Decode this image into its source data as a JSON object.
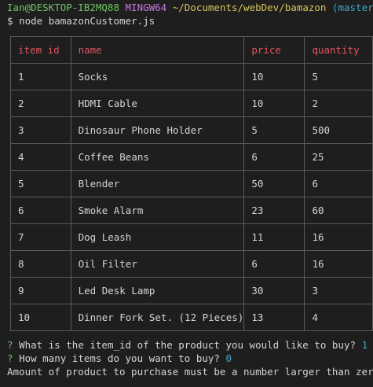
{
  "terminal": {
    "header": {
      "user_host": "Ian@DESKTOP-IB2MQ88",
      "shell": "MINGW64",
      "path": "~/Documents/webDev/bamazon",
      "branch": "(master)"
    },
    "command": {
      "prompt_symbol": "$",
      "text": "node bamazonCustomer.js"
    },
    "table": {
      "columns": [
        "item id",
        "name",
        "price",
        "quantity"
      ],
      "rows": [
        [
          "1",
          "Socks",
          "10",
          "5"
        ],
        [
          "2",
          "HDMI Cable",
          "10",
          "2"
        ],
        [
          "3",
          "Dinosaur Phone Holder",
          "5",
          "500"
        ],
        [
          "4",
          "Coffee Beans",
          "6",
          "25"
        ],
        [
          "5",
          "Blender",
          "50",
          "6"
        ],
        [
          "6",
          "Smoke Alarm",
          "23",
          "60"
        ],
        [
          "7",
          "Dog Leash",
          "11",
          "16"
        ],
        [
          "8",
          "Oil Filter",
          "6",
          "16"
        ],
        [
          "9",
          "Led Desk Lamp",
          "30",
          "3"
        ],
        [
          "10",
          "Dinner Fork Set. (12 Pieces)",
          "13",
          "4"
        ]
      ]
    },
    "questions": [
      {
        "marker": "?",
        "text": "What is the item_id of the product you would like to buy?",
        "answer": "1"
      },
      {
        "marker": "?",
        "text": "How many items do you want to buy?",
        "answer": "0"
      }
    ],
    "message": "Amount of product to purchase must be a number larger than zero."
  },
  "colors": {
    "background": "#1e1e1e",
    "text": "#d4d4d4",
    "green": "#6ec463",
    "magenta": "#c678dd",
    "yellow": "#d7c35b",
    "cyan": "#3fa9c9",
    "header_red": "#e05561",
    "border": "#5a5a5a"
  }
}
